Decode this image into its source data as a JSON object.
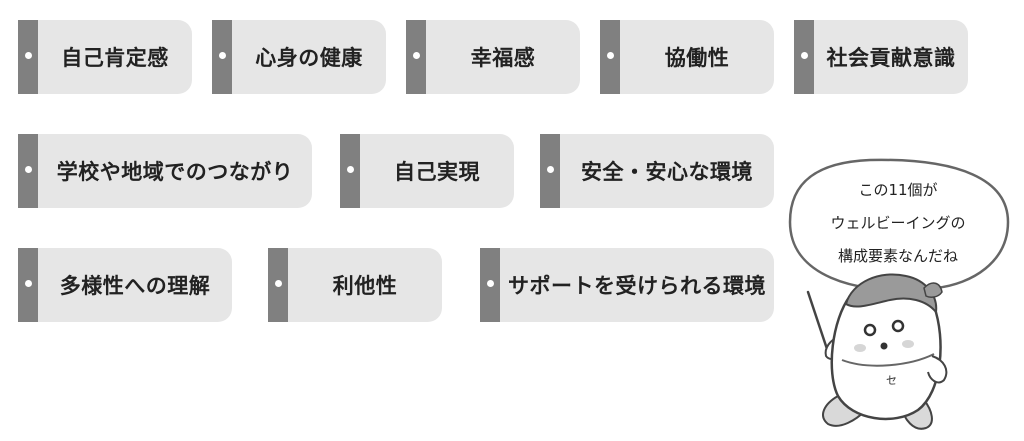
{
  "items": [
    "自己肯定感",
    "心身の健康",
    "幸福感",
    "協働性",
    "社会貢献意識",
    "学校や地域でのつながり",
    "自己実現",
    "安全・安心な環境",
    "多様性への理解",
    "利他性",
    "サポートを受けられる環境"
  ],
  "speech_bubble": {
    "line1": "この11個が",
    "line2": "ウェルビーイングの",
    "line3": "構成要素なんだね"
  },
  "character": {
    "shirt_letter": "セ"
  },
  "colors": {
    "tag_bg": "#e6e6e6",
    "tag_bar": "#808080",
    "text": "#222222"
  }
}
